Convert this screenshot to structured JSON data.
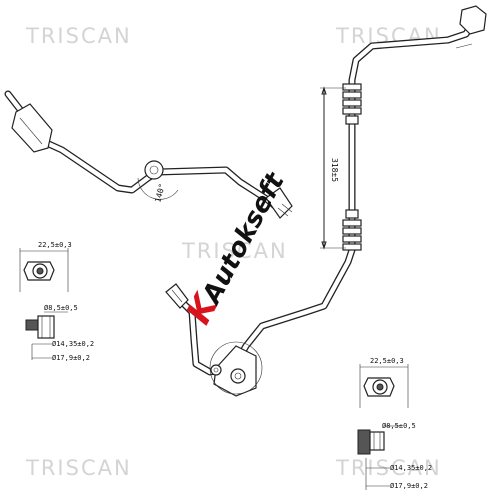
{
  "watermark": {
    "brand": "TRISCAN"
  },
  "logo": {
    "initial": "K",
    "text": "Autokseft"
  },
  "dimensions": {
    "length": "318±5",
    "angle": "140°",
    "fitting_left": {
      "width": "22,5±0,3",
      "bore": "Ø8,5±0,5",
      "inner": "Ø14,35±0,2",
      "outer": "Ø17,9±0,2"
    },
    "fitting_right": {
      "width": "22,5±0,3",
      "bore": "Ø8,5±0,5",
      "inner": "Ø14,35±0,2",
      "outer": "Ø17,9±0,2"
    }
  }
}
